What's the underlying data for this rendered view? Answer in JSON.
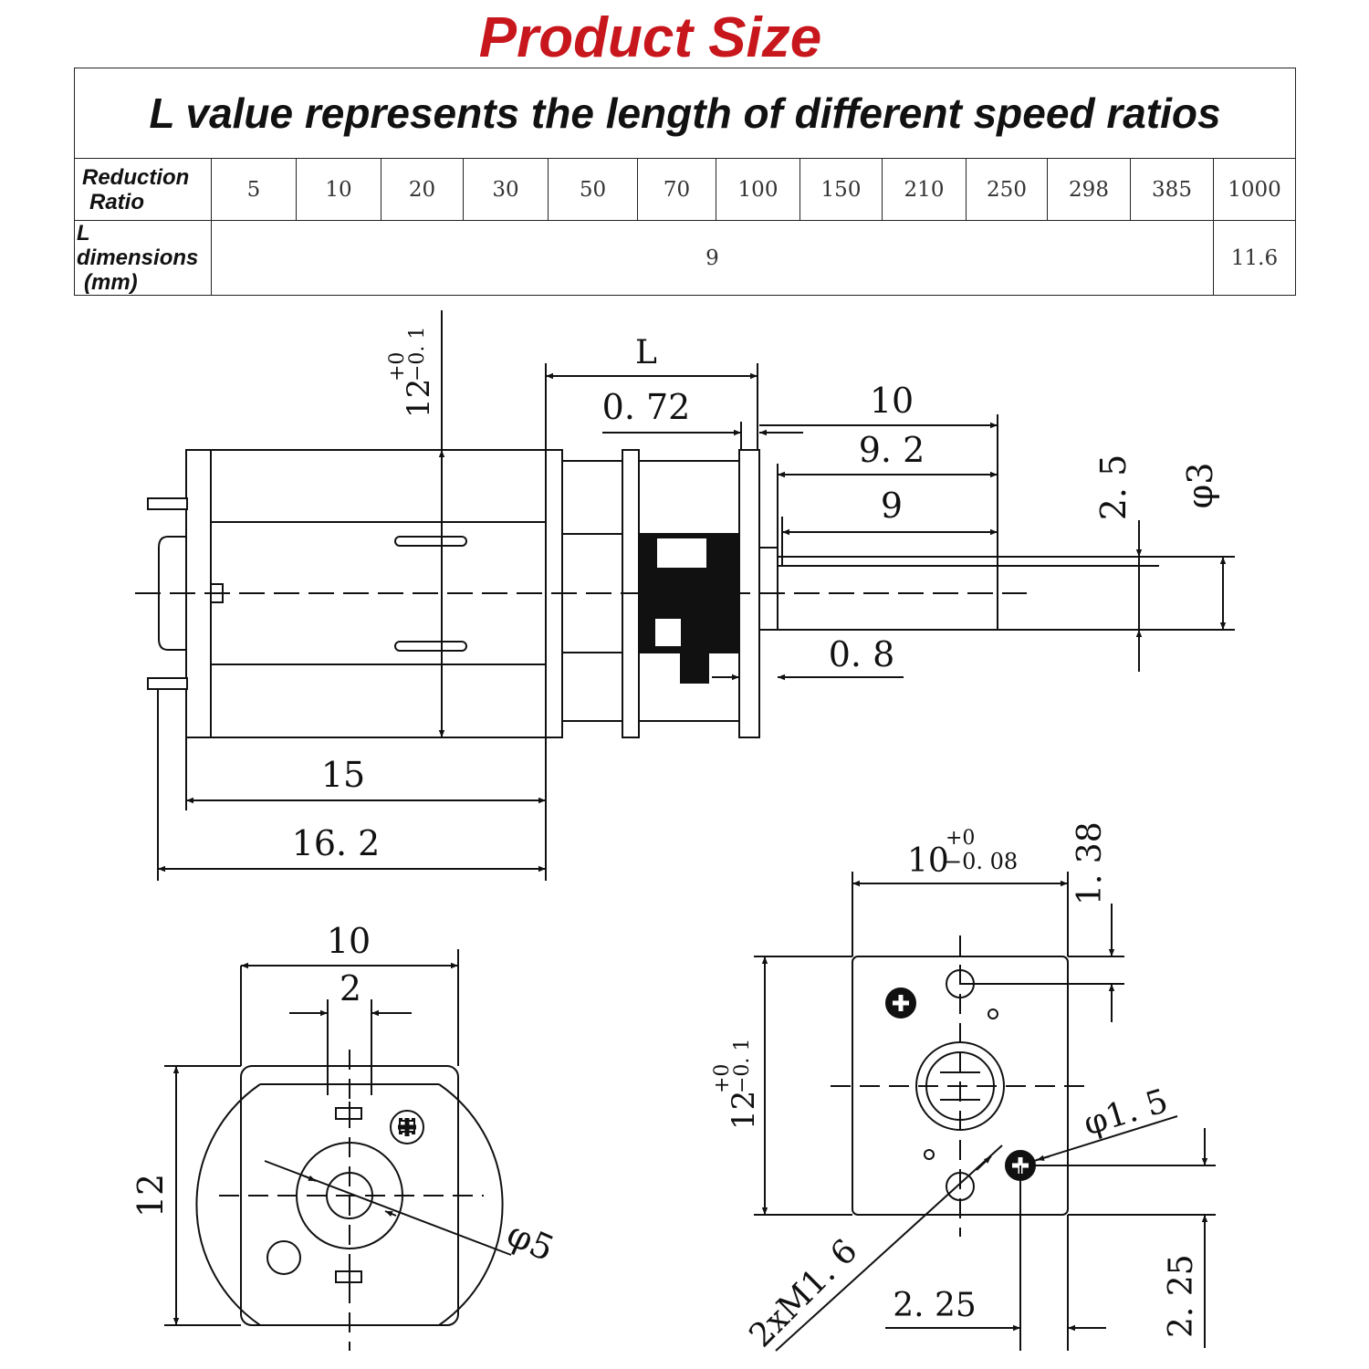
{
  "title": "Product Size",
  "table": {
    "banner": "L value represents the length of different speed ratios",
    "row1_label_line1": "Reduction",
    "row1_label_line2": "Ratio",
    "row2_label_line1": "L dimensions",
    "row2_label_line2": "(mm)",
    "ratios": [
      "5",
      "10",
      "20",
      "30",
      "50",
      "70",
      "100",
      "150",
      "210",
      "250",
      "298",
      "385",
      "1000"
    ],
    "l_common": "9",
    "l_last": "11.6"
  },
  "side_view": {
    "dim_L": "L",
    "dim_072": "0. 72",
    "dim_10": "10",
    "dim_92": "9. 2",
    "dim_9": "9",
    "dim_25": "2. 5",
    "dim_phi3": "φ3",
    "dim_08": "0. 8",
    "dim_15": "15",
    "dim_162": "16. 2",
    "dim_12_base": "12",
    "dim_12_tol_upper": "+0",
    "dim_12_tol_lower": "−0. 1"
  },
  "rear_view": {
    "dim_10": "10",
    "dim_2": "2",
    "dim_12": "12",
    "dim_phi5": "φ5"
  },
  "front_view": {
    "dim_10_base": "10",
    "dim_10_tol_upper": "+0",
    "dim_10_tol_lower": "−0. 08",
    "dim_138": "1. 38",
    "dim_12_base": "12",
    "dim_12_tol_upper": "+0",
    "dim_12_tol_lower": "−0. 1",
    "dim_phi15": "φ1. 5",
    "dim_2xm16": "2xM1. 6",
    "dim_225_h": "2. 25",
    "dim_225_v": "2. 25"
  }
}
